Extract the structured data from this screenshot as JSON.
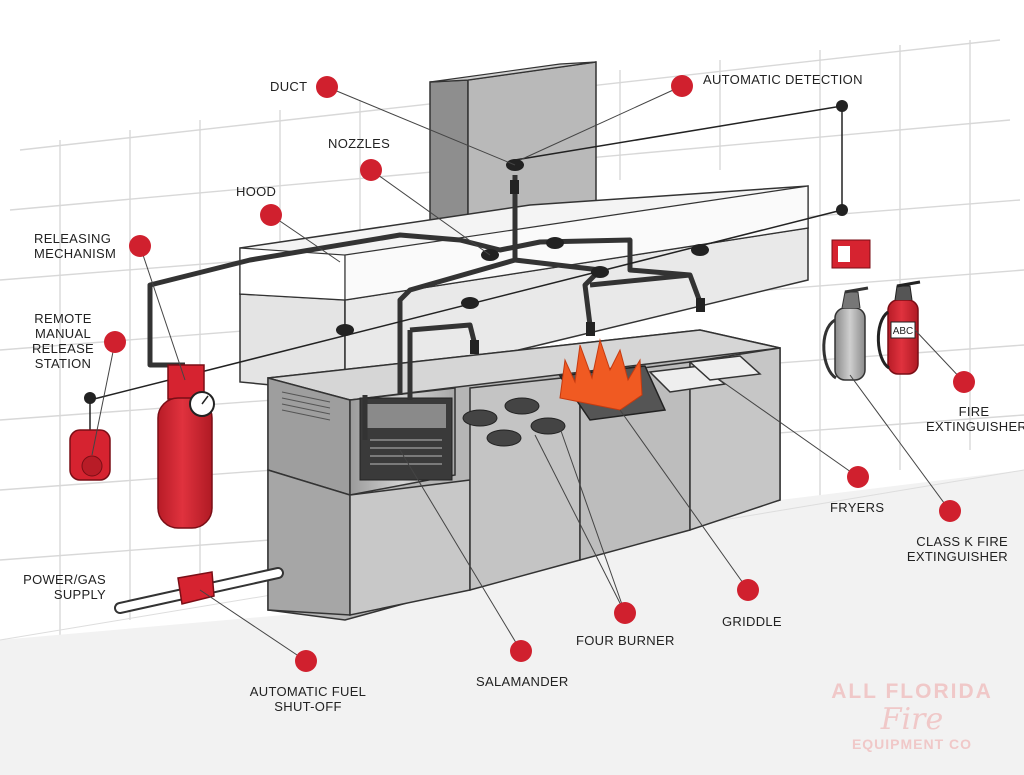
{
  "labels": {
    "duct": "DUCT",
    "automatic_detection": "AUTOMATIC DETECTION",
    "nozzles": "NOZZLES",
    "hood": "HOOD",
    "releasing_mechanism": [
      "RELEASING",
      "MECHANISM"
    ],
    "remote_manual_release": [
      "REMOTE",
      "MANUAL",
      "RELEASE",
      "STATION"
    ],
    "fire_extinguisher": [
      "FIRE",
      "EXTINGUISHER"
    ],
    "fryers": "FRYERS",
    "class_k": [
      "CLASS K FIRE",
      "EXTINGUISHER"
    ],
    "power_gas": [
      "POWER/GAS",
      "SUPPLY"
    ],
    "griddle": "GRIDDLE",
    "four_burner": "FOUR BURNER",
    "salamander": "SALAMANDER",
    "fuel_shutoff": [
      "AUTOMATIC FUEL",
      "SHUT-OFF"
    ]
  },
  "extinguisher_tag": "ABC",
  "watermark": [
    "ALL FLORIDA",
    "Fire",
    "EQUIPMENT CO"
  ],
  "colors": {
    "marker": "#d0202e",
    "tank": "#d62330",
    "steel": "#b8b8b8",
    "pipe": "#333333",
    "flame": "#f05a22"
  }
}
